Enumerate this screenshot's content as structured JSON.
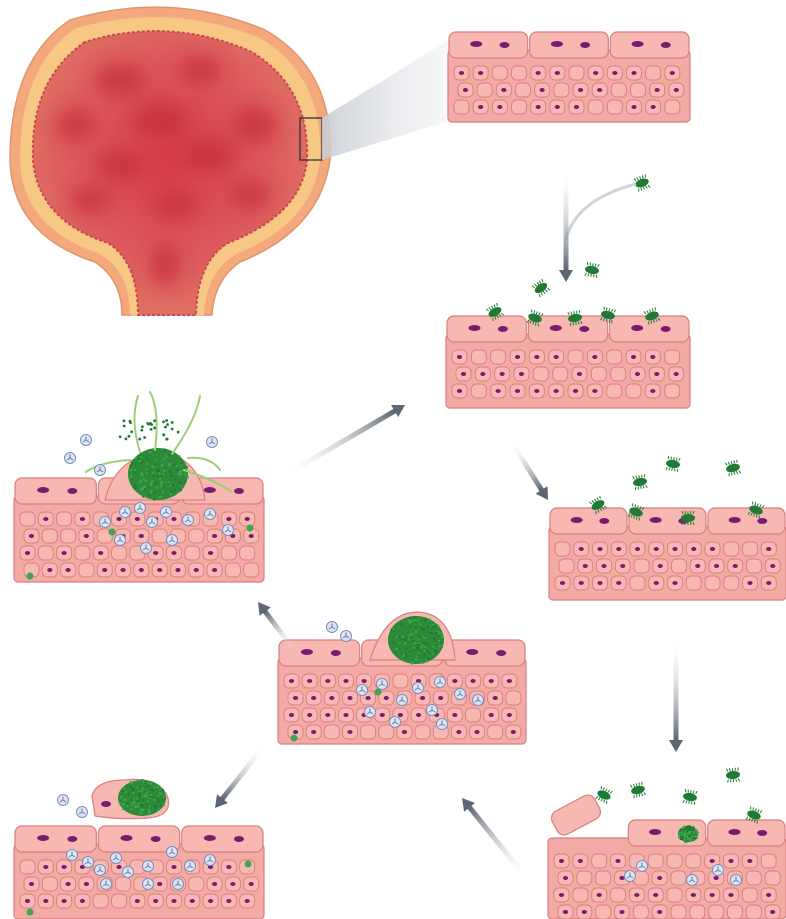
{
  "diagram": {
    "kind": "uropathogenic infection cycle of the bladder epithelium",
    "colors": {
      "background": "#ffffff",
      "bladder_lumen": "#d9474f",
      "bladder_lumen_dark": "#c42f3a",
      "bladder_wall": "#f7c884",
      "bladder_rim": "#f4a87e",
      "tissue_fill": "#f3a9a4",
      "tissue_cell": "#f7b8b1",
      "tissue_cell_stroke": "#d97f80",
      "nucleus": "#7a1c6e",
      "bacterium": "#1f7a33",
      "bacterium_light": "#3fa64d",
      "ibc_cluster": "#2c8a38",
      "filament": "#9bcf7a",
      "immune_cell": "#dfe6f2",
      "immune_cell_stroke": "#7d8fb8",
      "arrow": "#5d6673"
    },
    "icons": [
      "bladder-cross-section",
      "zoom-callout",
      "bacterium-icon",
      "neutrophil-icon",
      "arrow-icon"
    ],
    "stages": [
      "healthy-epithelium",
      "bacterial-adherence",
      "invasion",
      "intracellular-replication",
      "intracellular-bacterial-community",
      "filamentation-and-efflux",
      "exfoliation"
    ]
  }
}
